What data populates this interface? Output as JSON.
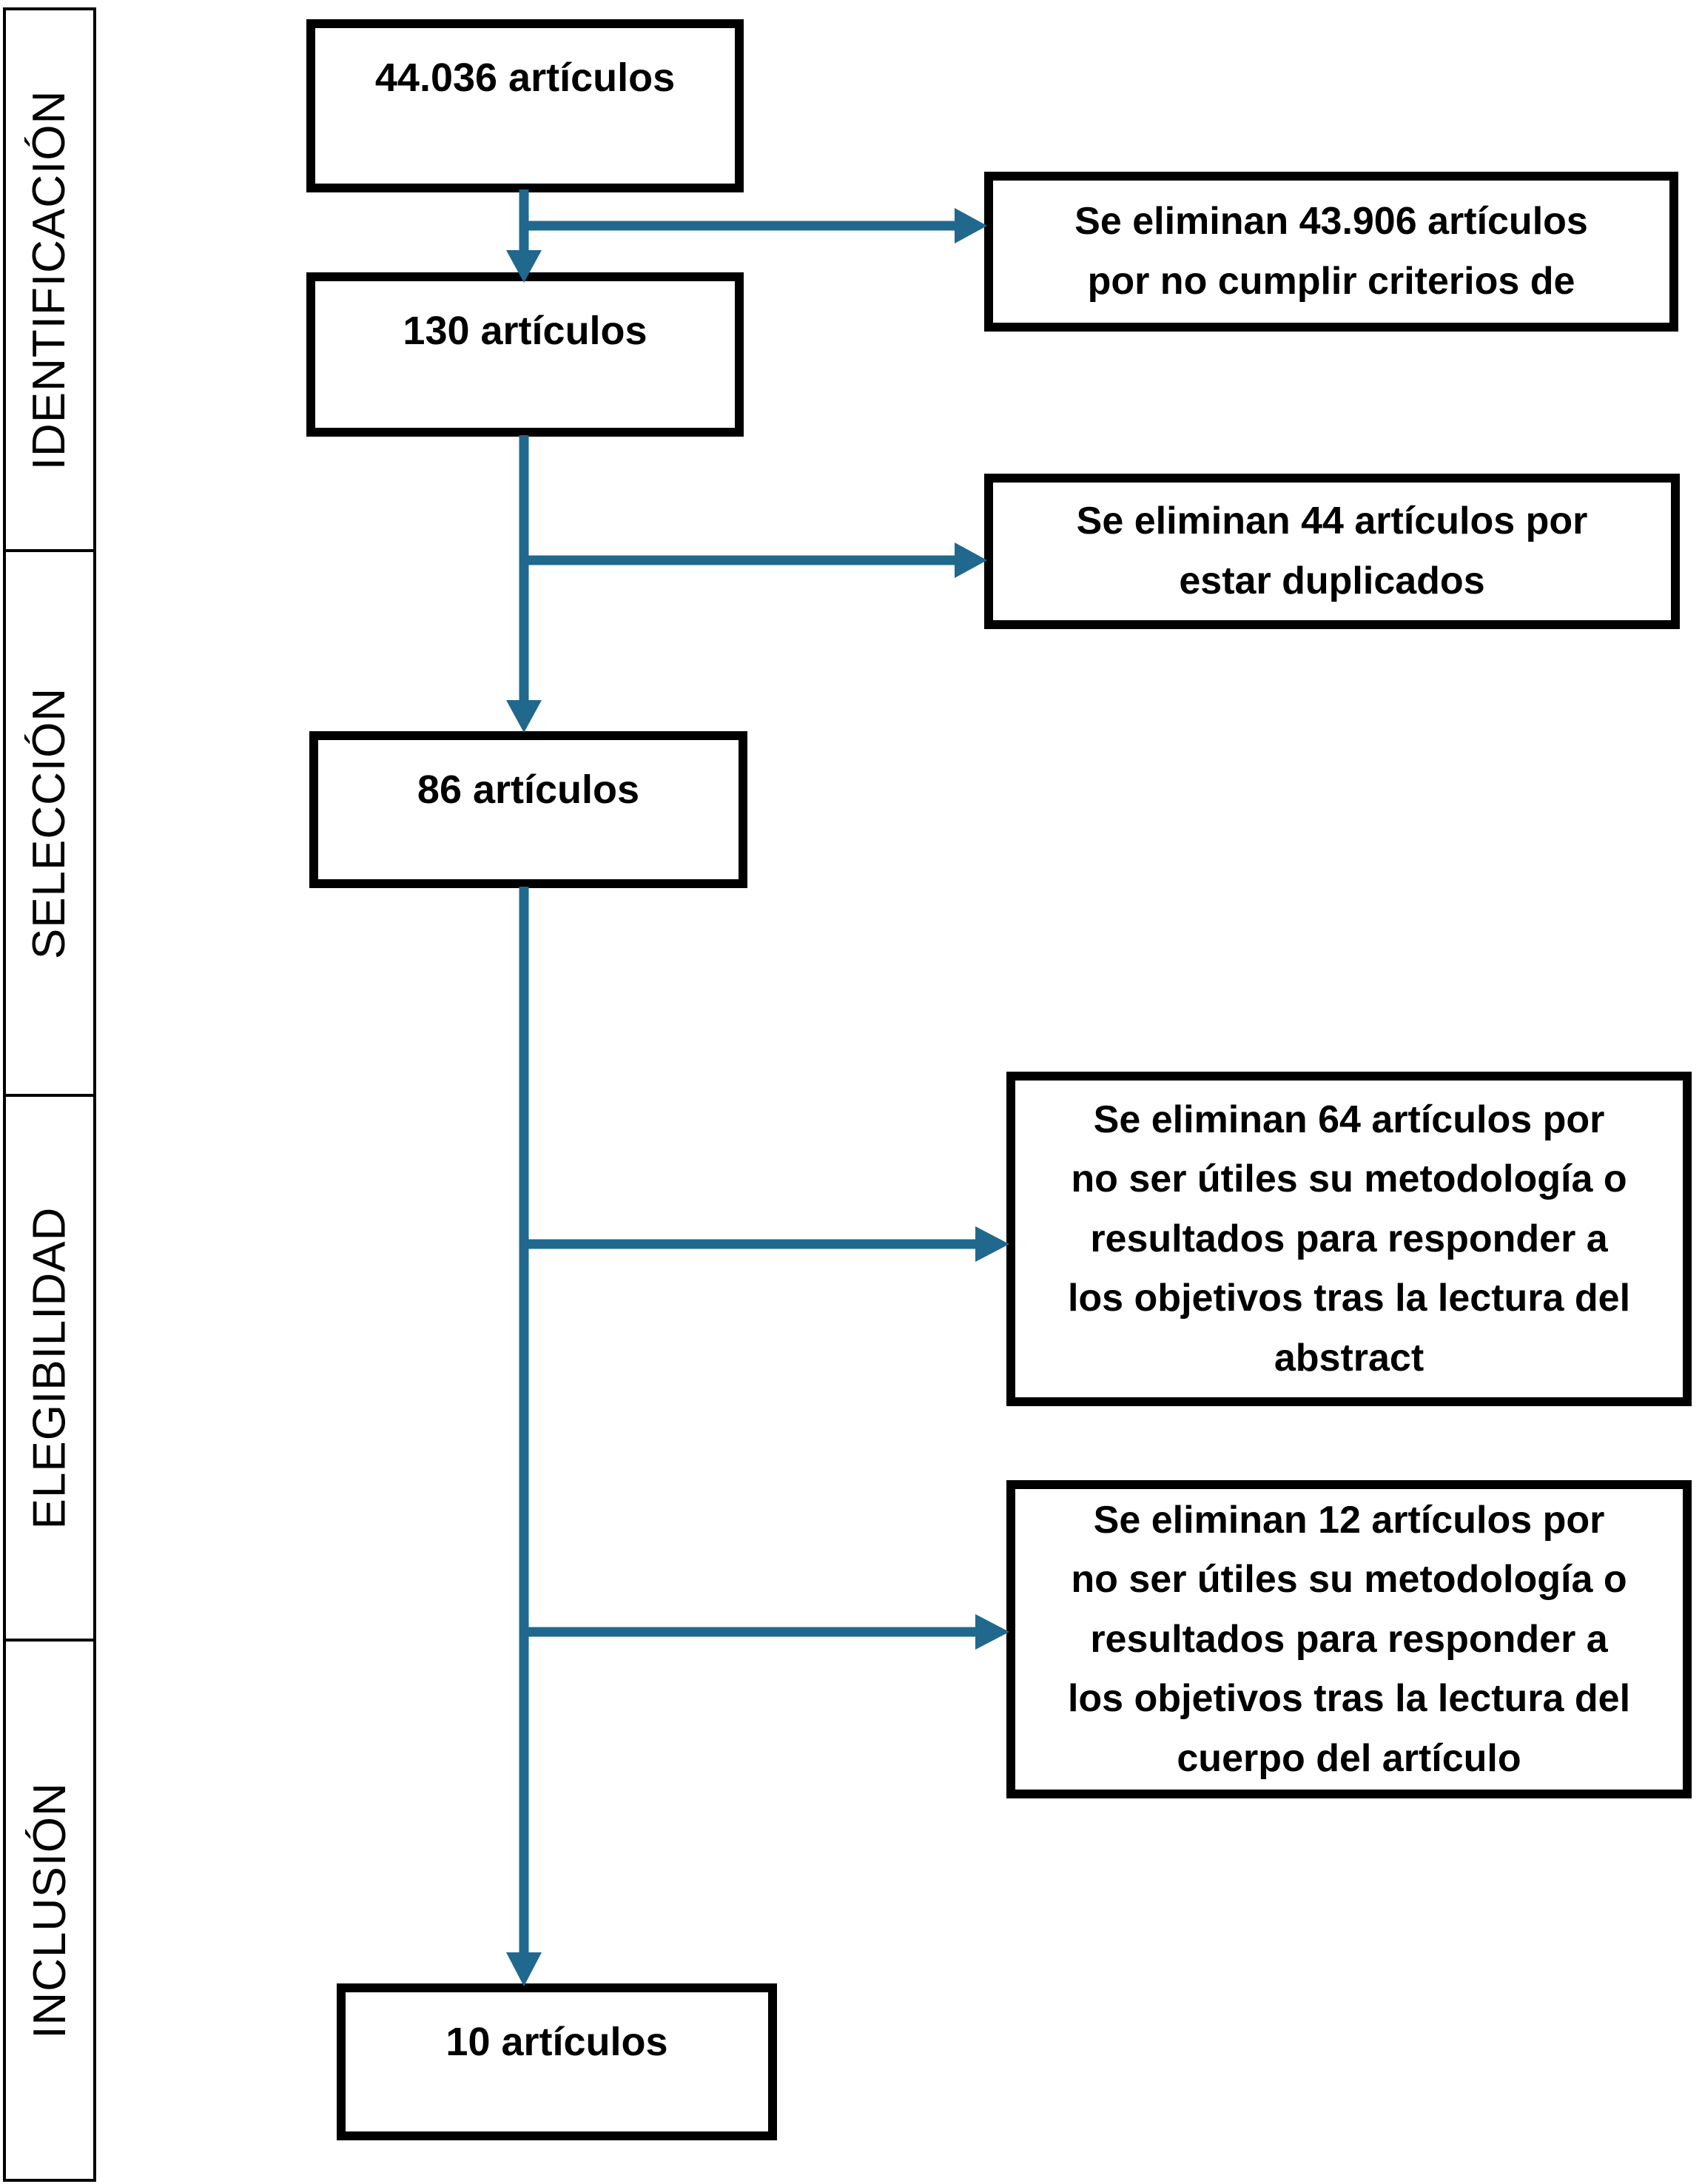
{
  "colors": {
    "arrow": "#20688d",
    "box_border": "#000000",
    "background": "#ffffff",
    "text": "#000000"
  },
  "sidebar": {
    "stages": [
      {
        "label": "IDENTIFICACIÓN"
      },
      {
        "label": "SELECCIÓN"
      },
      {
        "label": "ELEGIBILIDAD"
      },
      {
        "label": "INCLUSIÓN"
      }
    ]
  },
  "flow_boxes": [
    {
      "label": "44.036 artículos"
    },
    {
      "label": "130 artículos"
    },
    {
      "label": "86 artículos"
    },
    {
      "label": "10 artículos"
    }
  ],
  "exclusion_boxes": [
    {
      "lines": [
        "Se eliminan 43.906 artículos",
        "por no cumplir criterios de"
      ]
    },
    {
      "lines": [
        "Se eliminan 44 artículos por",
        "estar duplicados"
      ]
    },
    {
      "lines": [
        "Se eliminan 64 artículos por",
        "no ser útiles su metodología o",
        "resultados para responder a",
        "los objetivos tras la lectura del",
        "abstract"
      ]
    },
    {
      "lines": [
        "Se eliminan 12 artículos por",
        "no ser útiles su metodología o",
        "resultados para responder a",
        "los objetivos tras la lectura del",
        "cuerpo del artículo"
      ]
    }
  ]
}
